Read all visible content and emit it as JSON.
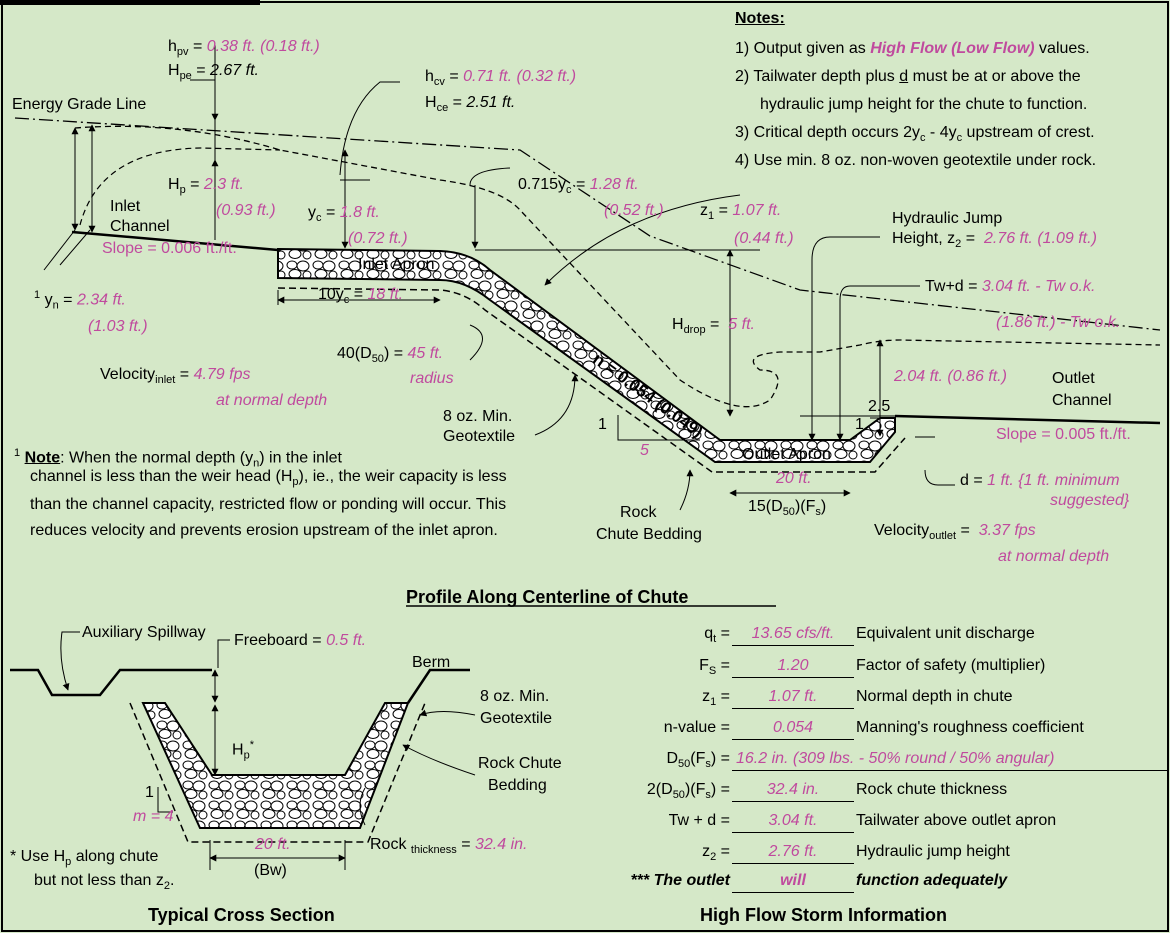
{
  "notes": {
    "title": "Notes",
    "items": [
      {
        "pre": "1) Output given as ",
        "em": "High Flow (Low Flow)",
        "post": " values."
      },
      {
        "pre": "2) Tailwater depth plus ",
        "em_u": "d",
        "post": " must be at or above the"
      },
      {
        "pre": "hydraulic jump height for the chute to function.",
        "em": "",
        "post": ""
      },
      {
        "pre": "3) Critical depth occurs 2y",
        "sub": "c",
        "mid": " - 4y",
        "sub2": "c",
        "post": " upstream of crest."
      },
      {
        "pre": "4) Use min. 8 oz. non-woven geotextile under rock.",
        "em": "",
        "post": ""
      }
    ]
  },
  "profile": {
    "title": "Profile Along Centerline of Chute",
    "h_pv": "0.38 ft. (0.18 ft.)",
    "H_pe": "2.67 ft.",
    "h_cv": "0.71 ft. (0.32 ft.)",
    "H_ce": "2.51 ft.",
    "energy_grade_line": "Energy Grade Line",
    "H_p_a": "2.3 ft.",
    "H_p_b": "(0.93 ft.)",
    "y_c_a": "1.8 ft.",
    "y_c_b": "(0.72 ft.)",
    "yc715_a": "1.28 ft.",
    "yc715_b": "(0.52 ft.)",
    "inlet_channel_1": "Inlet",
    "inlet_channel_2": "Channel",
    "inlet_slope": "Slope = 0.006 ft./ft.",
    "inlet_apron": "Inlet Apron",
    "ten_yc_val": "18 ft.",
    "y_n_a": "2.34 ft.",
    "y_n_b": "(1.03 ft.)",
    "z1_a": "1.07 ft.",
    "z1_b": "(0.44 ft.)",
    "hj_1": "Hydraulic Jump",
    "hj_2": "Height, z",
    "hj_val": "2.76 ft. (1.09 ft.)",
    "tw_a": "3.04 ft. - Tw o.k.",
    "tw_b": "(1.86 ft.) - Tw o.k.",
    "forty_d50_val": "45 ft.",
    "radius": "radius",
    "h_drop_val": "5 ft.",
    "n_value": "n = 0.054 (0.049)",
    "vel_inlet_a": "4.79 fps",
    "vel_inlet_b": "at normal depth",
    "geo_1": "8 oz. Min.",
    "geo_2": "Geotextile",
    "tail_depth": "2.04 ft. (0.86 ft.)",
    "outlet_channel_1": "Outlet",
    "outlet_channel_2": "Channel",
    "outlet_slope": "Slope = 0.005 ft./ft.",
    "ratio_25": "2.5",
    "ratio_1a": "1",
    "ratio_1b": "1",
    "ratio_5": "5",
    "outlet_apron": "Outlet Apron",
    "outlet_len": "20 ft.",
    "fifteen_d50": "15(D",
    "d_val": "1 ft. {1 ft. minimum",
    "d_val2": "suggested}",
    "bedding_1": "Rock",
    "bedding_2": "Chute Bedding",
    "vel_outlet_a": "3.37 fps",
    "vel_outlet_b": "at normal depth"
  },
  "footnote": {
    "label": "Note",
    "lines": [
      "channel is less than the weir head (H",
      "than the channel capacity, restricted flow or ponding will occur.  This",
      "reduces velocity and prevents erosion upstream of the inlet apron."
    ]
  },
  "cross_section": {
    "title": "Typical Cross Section",
    "aux_spillway": "Auxiliary Spillway",
    "freeboard_label": "Freeboard = ",
    "freeboard_val": "0.5 ft.",
    "berm": "Berm",
    "geo_1": "8 oz. Min.",
    "geo_2": "Geotextile",
    "bed_1": "Rock Chute",
    "bed_2": "Bedding",
    "m_val": "m = 4",
    "one": "1",
    "bw_val": "20 ft.",
    "bw": "(Bw)",
    "rock_val": "32.4 in.",
    "use_note_1": "* Use H",
    "use_note_2": " along chute",
    "use_note_3": "but not less than z"
  },
  "storm": {
    "title": "High Flow Storm Information",
    "rows": [
      {
        "label": "q",
        "sub": "t",
        "post": " =",
        "value": "13.65 cfs/ft.",
        "desc": "Equivalent unit discharge"
      },
      {
        "label": "F",
        "sub": "S",
        "post": " =",
        "value": "1.20",
        "desc": "Factor of safety (multiplier)"
      },
      {
        "label": "z",
        "sub": "1",
        "post": " =",
        "value": "1.07 ft.",
        "desc": "Normal depth in chute"
      },
      {
        "label": "n-value",
        "sub": "",
        "post": " =",
        "value": "0.054",
        "desc": "Manning's roughness coefficient"
      },
      {
        "label": "D",
        "sub": "50",
        "post": "(F",
        "sub2": "s",
        "post2": ") =",
        "value": "16.2 in. (309 lbs. - 50% round / 50% angular)",
        "desc": ""
      },
      {
        "label": "2(D",
        "sub": "50",
        "post": ")(F",
        "sub2": "s",
        "post2": ") =",
        "value": "32.4 in.",
        "desc": "Rock chute thickness"
      },
      {
        "label": "Tw + d",
        "sub": "",
        "post": " =",
        "value": "3.04 ft.",
        "desc": "Tailwater above outlet apron"
      },
      {
        "label": "z",
        "sub": "2",
        "post": " =",
        "value": "2.76 ft.",
        "desc": "Hydraulic jump height"
      }
    ],
    "final_pre": "*** The outlet",
    "final_val": "will",
    "final_post": "function adequately"
  }
}
